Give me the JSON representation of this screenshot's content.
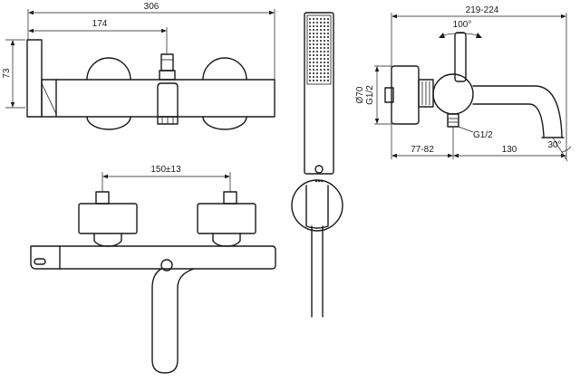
{
  "dimensions": {
    "overall_width": "306",
    "spout_offset": "174",
    "height": "73",
    "handle_spacing": "150±13",
    "depth_range": "219-224",
    "rotation_angle": "100°",
    "rosette_diameter": "Ø70",
    "inlet_thread": "G1/2",
    "outlet_thread": "G1/2",
    "wall_offset": "77-82",
    "spout_projection": "130",
    "spout_angle": "30°"
  }
}
